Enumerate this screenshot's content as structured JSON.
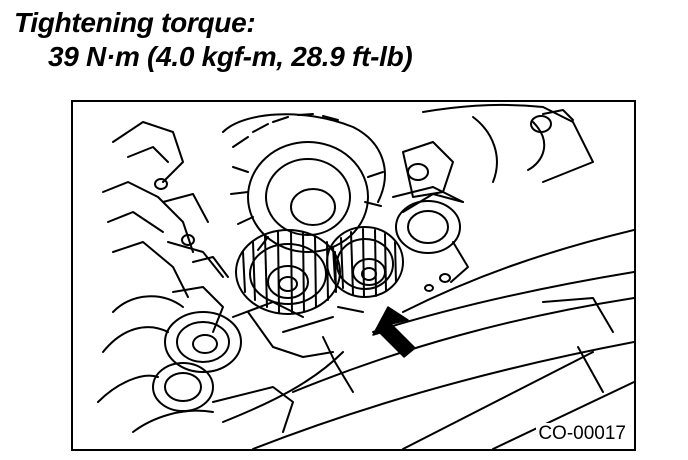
{
  "spec": {
    "heading": "Tightening torque:",
    "value": "39 N·m (4.0 kgf-m, 28.9 ft-lb)"
  },
  "figure": {
    "code": "CO-00017",
    "icon": "engine-timing-belt-idler-illustration",
    "pointer_icon": "arrow-pointer-icon"
  }
}
